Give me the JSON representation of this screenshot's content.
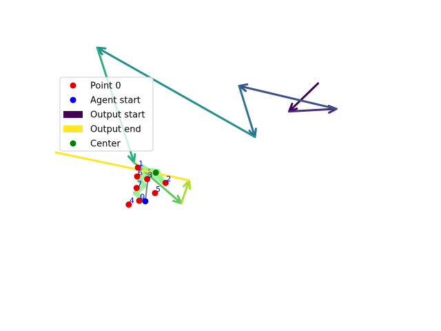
{
  "chart_data": {
    "type": "scatter",
    "title": "",
    "xlabel": "",
    "ylabel": "",
    "axes_visible": false,
    "xlim": [
      -3.0,
      10.0
    ],
    "ylim": [
      -4.0,
      6.0
    ],
    "legend": {
      "placement": "upper-left",
      "entries": [
        {
          "label": "Point 0",
          "kind": "marker",
          "color": "#e00000"
        },
        {
          "label": "Agent start",
          "kind": "marker",
          "color": "#0000ee"
        },
        {
          "label": "Output start",
          "kind": "patch",
          "color": "#440154"
        },
        {
          "label": "Output end",
          "kind": "patch",
          "color": "#fde725"
        },
        {
          "label": "Center",
          "kind": "marker",
          "color": "#008000"
        }
      ]
    },
    "points": [
      {
        "label": "0",
        "x": 0.2,
        "y": -0.3
      },
      {
        "label": "1",
        "x": 0.15,
        "y": 1.0
      },
      {
        "label": "2",
        "x": 1.2,
        "y": 0.4
      },
      {
        "label": "3",
        "x": 0.5,
        "y": 0.55
      },
      {
        "label": "4",
        "x": -0.2,
        "y": -0.45
      },
      {
        "label": "5",
        "x": 0.8,
        "y": 0.0
      },
      {
        "label": "6",
        "x": 0.12,
        "y": 0.65
      },
      {
        "label": "7",
        "x": 0.1,
        "y": 0.2
      }
    ],
    "agent_start": {
      "x": 0.43,
      "y": -0.32
    },
    "center": {
      "x": 0.83,
      "y": 0.8
    },
    "output_path": {
      "colormap": "viridis",
      "points": [
        [
          7.0,
          4.3
        ],
        [
          5.9,
          3.2
        ],
        [
          7.7,
          3.3
        ],
        [
          4.0,
          4.2
        ],
        [
          4.6,
          2.2
        ],
        [
          -1.4,
          5.7
        ],
        [
          0.0,
          1.2
        ],
        [
          1.8,
          -0.4
        ],
        [
          2.1,
          0.5
        ],
        [
          -3.0,
          1.6
        ]
      ]
    },
    "agent_path": {
      "color": "#90ee90",
      "points": [
        [
          0.43,
          -0.32
        ],
        [
          0.05,
          0.0
        ],
        [
          0.4,
          0.3
        ],
        [
          0.2,
          0.5
        ],
        [
          0.55,
          0.9
        ],
        [
          0.9,
          0.85
        ],
        [
          1.1,
          0.45
        ],
        [
          0.3,
          1.05
        ]
      ]
    }
  }
}
